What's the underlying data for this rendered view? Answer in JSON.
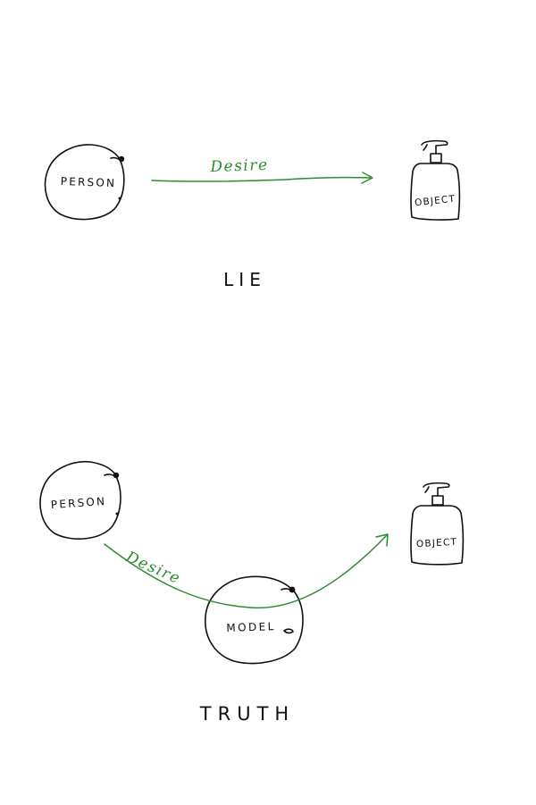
{
  "colors": {
    "ink": "#111111",
    "desire": "#2e8b2e",
    "background": "#ffffff"
  },
  "lie": {
    "person_label": "PERSON",
    "desire_label": "Desire",
    "object_label": "OBJECT",
    "caption": "LIE"
  },
  "truth": {
    "person_label": "PERSON",
    "desire_label": "Desire",
    "model_label": "MODEL",
    "object_label": "OBJECT",
    "caption": "TRUTH"
  }
}
